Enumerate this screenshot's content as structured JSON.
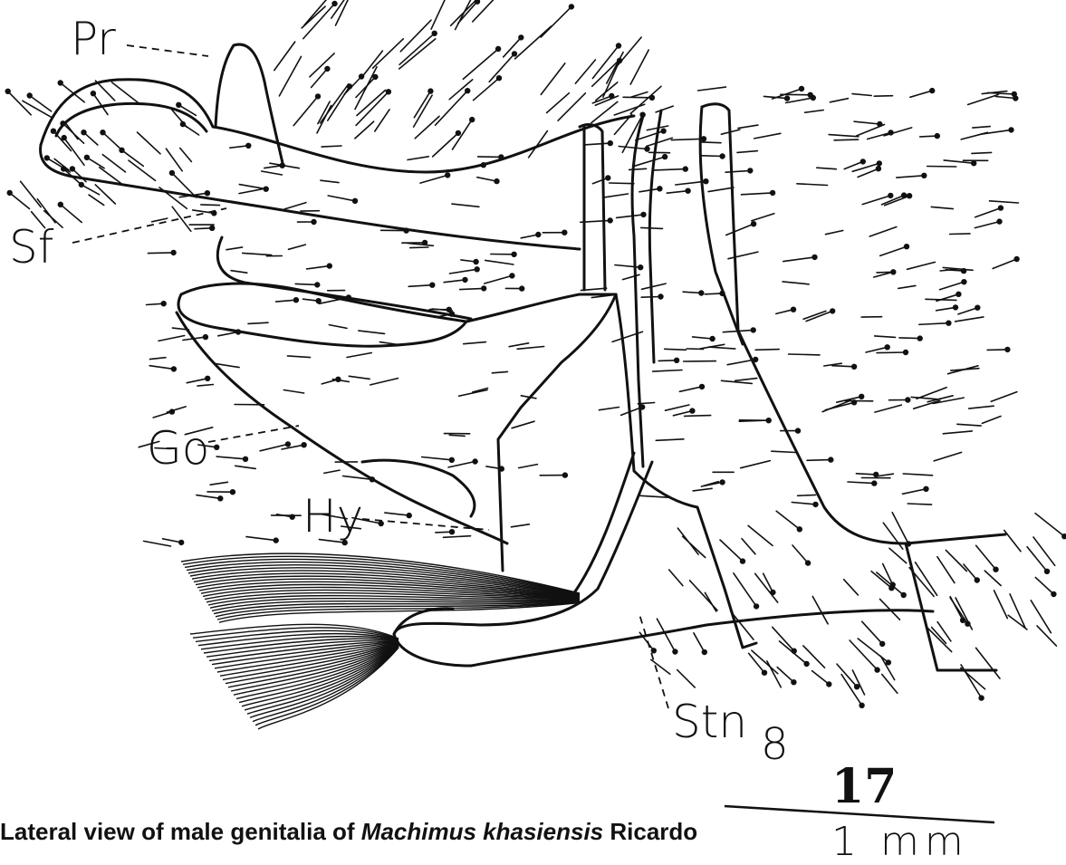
{
  "labels": {
    "pr": "Pr",
    "sf": "Sf",
    "go": "Go",
    "hy": "Hy",
    "stn": "Stn",
    "segment": "8"
  },
  "figure_number": "17",
  "scale_bar": {
    "label": "1 mm"
  },
  "caption": {
    "prefix": "Lateral view of male genitalia of ",
    "species": "Machimus khasiensis",
    "author": " Ricardo"
  },
  "colors": {
    "ink": "#111111",
    "background": "#ffffff"
  }
}
